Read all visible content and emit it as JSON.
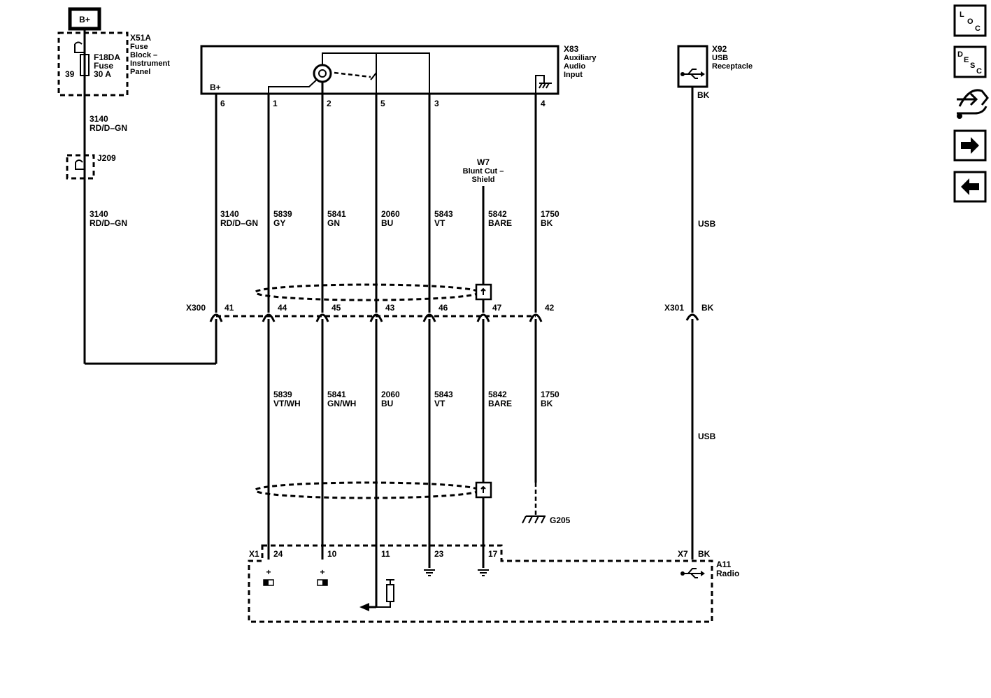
{
  "power": {
    "bplus": "B+"
  },
  "fuse_block": {
    "id": "X51A",
    "desc": [
      "Fuse",
      "Block –",
      "Instrument",
      "Panel"
    ],
    "fuse_id": "F18DA",
    "fuse_word": "Fuse",
    "fuse_rating": "30 A",
    "pin": "39"
  },
  "splice": {
    "id": "J209"
  },
  "left_wire": {
    "upper": {
      "circuit": "3140",
      "color": "RD/D–GN"
    },
    "lower": {
      "circuit": "3140",
      "color": "RD/D–GN"
    }
  },
  "aux": {
    "id": "X83",
    "desc": [
      "Auxiliary",
      "Audio",
      "Input"
    ],
    "bplus": "B+",
    "pins": [
      "6",
      "1",
      "2",
      "5",
      "3",
      "4"
    ]
  },
  "usb": {
    "id": "X92",
    "desc": [
      "USB",
      "Receptacle"
    ],
    "wire_color_top": "BK",
    "label_upper": "USB",
    "label_lower": "USB"
  },
  "shield": {
    "id": "W7",
    "desc": [
      "Blunt Cut –",
      "Shield"
    ]
  },
  "upper_wires": [
    {
      "circuit": "3140",
      "color": "RD/D–GN"
    },
    {
      "circuit": "5839",
      "color": "GY"
    },
    {
      "circuit": "5841",
      "color": "GN"
    },
    {
      "circuit": "2060",
      "color": "BU"
    },
    {
      "circuit": "5843",
      "color": "VT"
    },
    {
      "circuit": "5842",
      "color": "BARE"
    },
    {
      "circuit": "1750",
      "color": "BK"
    }
  ],
  "inline": {
    "x300": "X300",
    "x300_pins": [
      "41",
      "44",
      "45",
      "43",
      "46",
      "47",
      "42"
    ],
    "x301": "X301",
    "x301_color": "BK"
  },
  "lower_wires": [
    {
      "circuit": "5839",
      "color": "VT/WH"
    },
    {
      "circuit": "5841",
      "color": "GN/WH"
    },
    {
      "circuit": "2060",
      "color": "BU"
    },
    {
      "circuit": "5843",
      "color": "VT"
    },
    {
      "circuit": "5842",
      "color": "BARE"
    },
    {
      "circuit": "1750",
      "color": "BK"
    }
  ],
  "ground": {
    "id": "G205"
  },
  "radio": {
    "id": "A11",
    "name": "Radio",
    "x1": "X1",
    "x1_pins": [
      "24",
      "10",
      "11",
      "23",
      "17"
    ],
    "x7": "X7",
    "x7_color": "BK",
    "plus": "+"
  },
  "nav": {
    "loc": [
      "L",
      "O",
      "C"
    ],
    "desc": [
      "D",
      "E",
      "S",
      "C"
    ]
  }
}
